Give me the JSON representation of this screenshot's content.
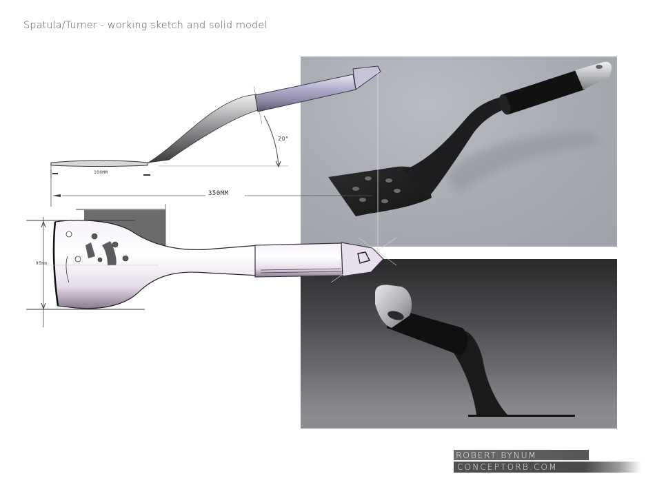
{
  "page": {
    "title": "Spatula/Turner - working sketch and solid model"
  },
  "sketch": {
    "dimensions": {
      "overall_length": "350MM",
      "blade_length": "100MM",
      "handle_angle": "20°",
      "blade_width": "95mm"
    }
  },
  "renders": {
    "top": {
      "description": "3D render - perspective view, black spatula with perforated blade, chrome end cap",
      "background": "#a8abb1"
    },
    "bottom": {
      "description": "3D render - side view, handle with chrome cap and hanging hole",
      "background": "#4a4a4e"
    }
  },
  "signature": {
    "name": "Robert Bynum",
    "website": "conceptorb.com"
  },
  "colors": {
    "title_text": "#555555",
    "spatula_black": "#1c1c1e",
    "chrome": "#c8cacd",
    "sketch_violet": "#c9b8d8"
  }
}
